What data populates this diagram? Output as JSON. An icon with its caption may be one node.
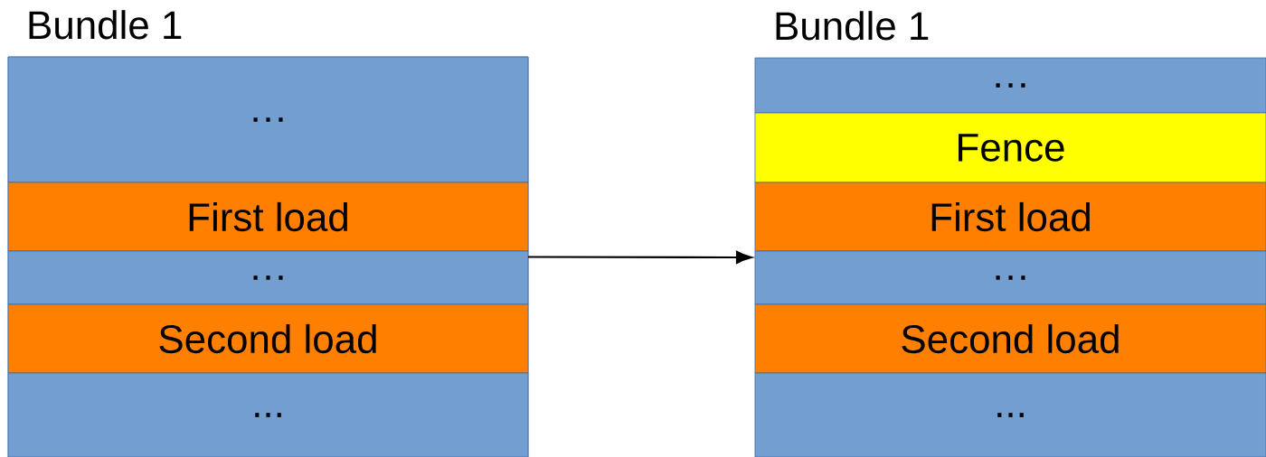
{
  "diagram": {
    "nodes": [
      {
        "text": [
          "Bundle 1"
        ]
      },
      {
        "text": [
          "…"
        ],
        "in": 0
      },
      {
        "text": [
          "First load"
        ],
        "in": 0
      },
      {
        "text": [
          "…"
        ],
        "in": 0
      },
      {
        "text": [
          "Second load"
        ],
        "in": 0
      },
      {
        "text": [
          "..."
        ],
        "in": 0
      },
      {
        "text": [
          "Bundle 1"
        ]
      },
      {
        "text": [
          "…"
        ],
        "in": 6
      },
      {
        "text": [
          "Fence"
        ],
        "in": 6
      },
      {
        "text": [
          "First load"
        ],
        "in": 6
      },
      {
        "text": [
          "…"
        ],
        "in": 6
      },
      {
        "text": [
          "Second load"
        ],
        "in": 6
      },
      {
        "text": [
          "..."
        ],
        "in": 6
      }
    ],
    "edges": [
      {
        "from": 0,
        "to": 6,
        "arrow": "to"
      }
    ]
  }
}
